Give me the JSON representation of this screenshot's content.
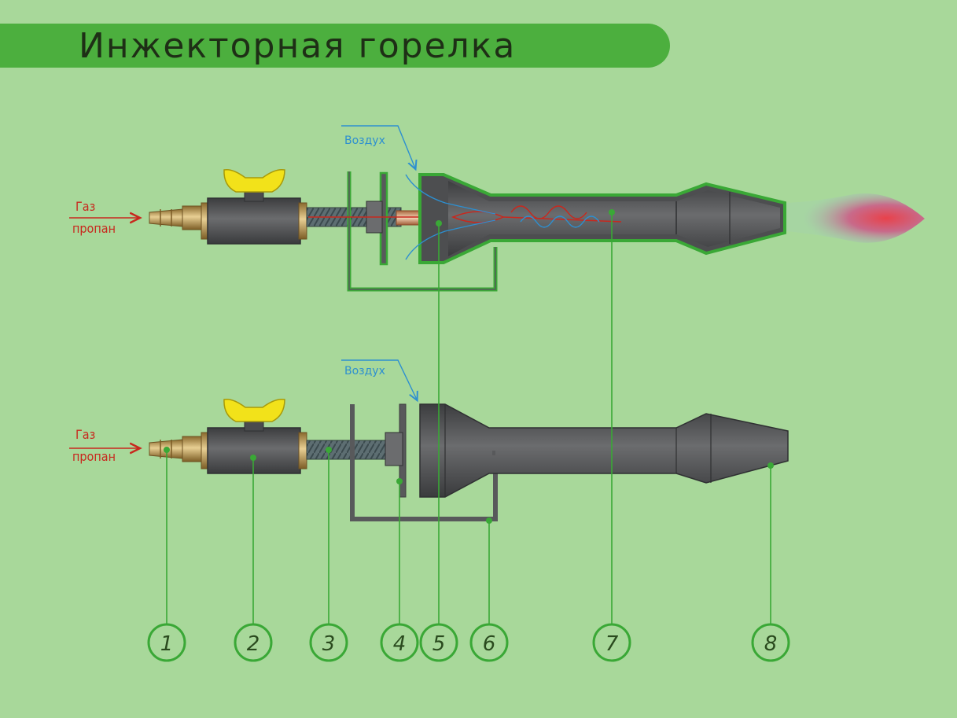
{
  "title": "Инжекторная горелка",
  "diagram": {
    "top": {
      "gas_label_line1": "Газ",
      "gas_label_line2": "пропан",
      "air_label": "Воздух"
    },
    "bottom": {
      "gas_label_line1": "Газ",
      "gas_label_line2": "пропан",
      "air_label": "Воздух"
    },
    "callouts": [
      "1",
      "2",
      "3",
      "4",
      "5",
      "6",
      "7",
      "8"
    ]
  },
  "colors": {
    "background": "#a8d89a",
    "title_band": "#4caf3e",
    "metal": "#58595b",
    "frame_green": "#3aa836",
    "gas_red": "#c8281e",
    "air_blue": "#2d8fd0",
    "valve_handle": "#f2e21a",
    "brass": "#c9a45c"
  }
}
